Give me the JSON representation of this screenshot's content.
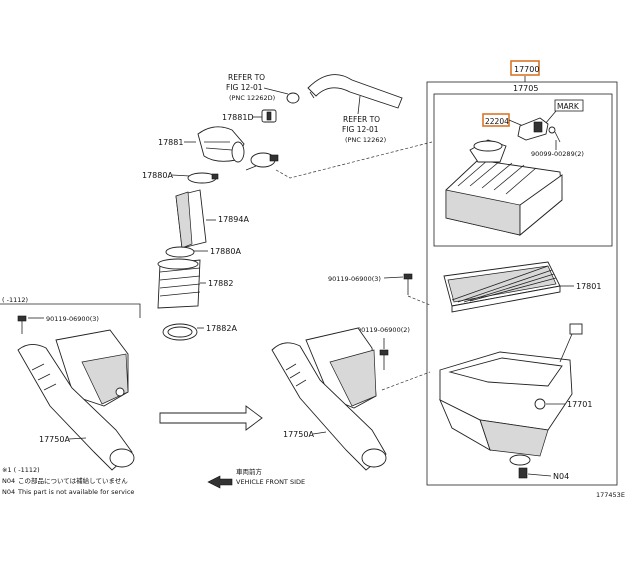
{
  "callouts": {
    "refer_a_line1": "REFER TO",
    "refer_a_line2": "FIG 12-01",
    "refer_a_line3": "(PNC 12262D)",
    "refer_b_line1": "REFER TO",
    "refer_b_line2": "FIG 12-01",
    "refer_b_line3": "(PNC 12262)",
    "p17881D": "17881D",
    "p17881": "17881",
    "p17880A_top": "17880A",
    "p17894A": "17894A",
    "p17880A_mid": "17880A",
    "p17882": "17882",
    "p17882A": "17882A",
    "p17700": "17700",
    "p17705": "17705",
    "mark": "MARK",
    "p22204": "22204",
    "p90099": "90099-00289(2)",
    "p90119_a": "90119-06900(3)",
    "p17801": "17801",
    "p90119_b": "90119-06900(2)",
    "p17701": "17701",
    "p17750A_left": "17750A",
    "p17750A_right": "17750A",
    "n04": "N04",
    "inset_bracket": "( -1112)",
    "inset_90119": "90119-06900(3)"
  },
  "notes": {
    "note1": "※1 (  -1112)",
    "note2_code": "N04",
    "note2_jp": "この部品については補給していません",
    "note3_code": "N04",
    "note3_en": "This part is not available for service",
    "front_jp": "車両前方",
    "front_en": "VEHICLE FRONT SIDE",
    "figure_id": "177453E"
  },
  "colors": {
    "highlight": "#d9772b",
    "ink": "#222222"
  }
}
